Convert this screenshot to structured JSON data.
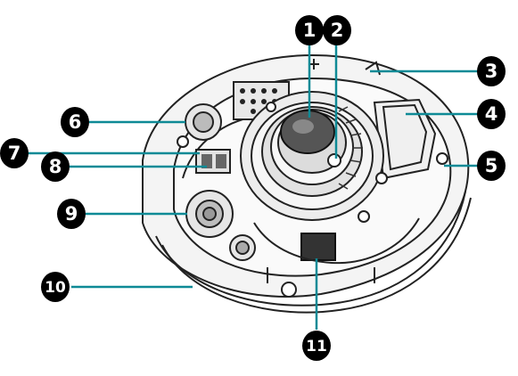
{
  "colors": {
    "callout": "#0e8a96",
    "badge": "#000000",
    "badge_text": "#ffffff",
    "line": "#222222"
  },
  "callouts": [
    {
      "id": "1",
      "label": "1"
    },
    {
      "id": "2",
      "label": "2"
    },
    {
      "id": "3",
      "label": "3"
    },
    {
      "id": "4",
      "label": "4"
    },
    {
      "id": "5",
      "label": "5"
    },
    {
      "id": "6",
      "label": "6"
    },
    {
      "id": "7",
      "label": "7"
    },
    {
      "id": "8",
      "label": "8"
    },
    {
      "id": "9",
      "label": "9"
    },
    {
      "id": "10",
      "label": "10"
    },
    {
      "id": "11",
      "label": "11"
    }
  ]
}
